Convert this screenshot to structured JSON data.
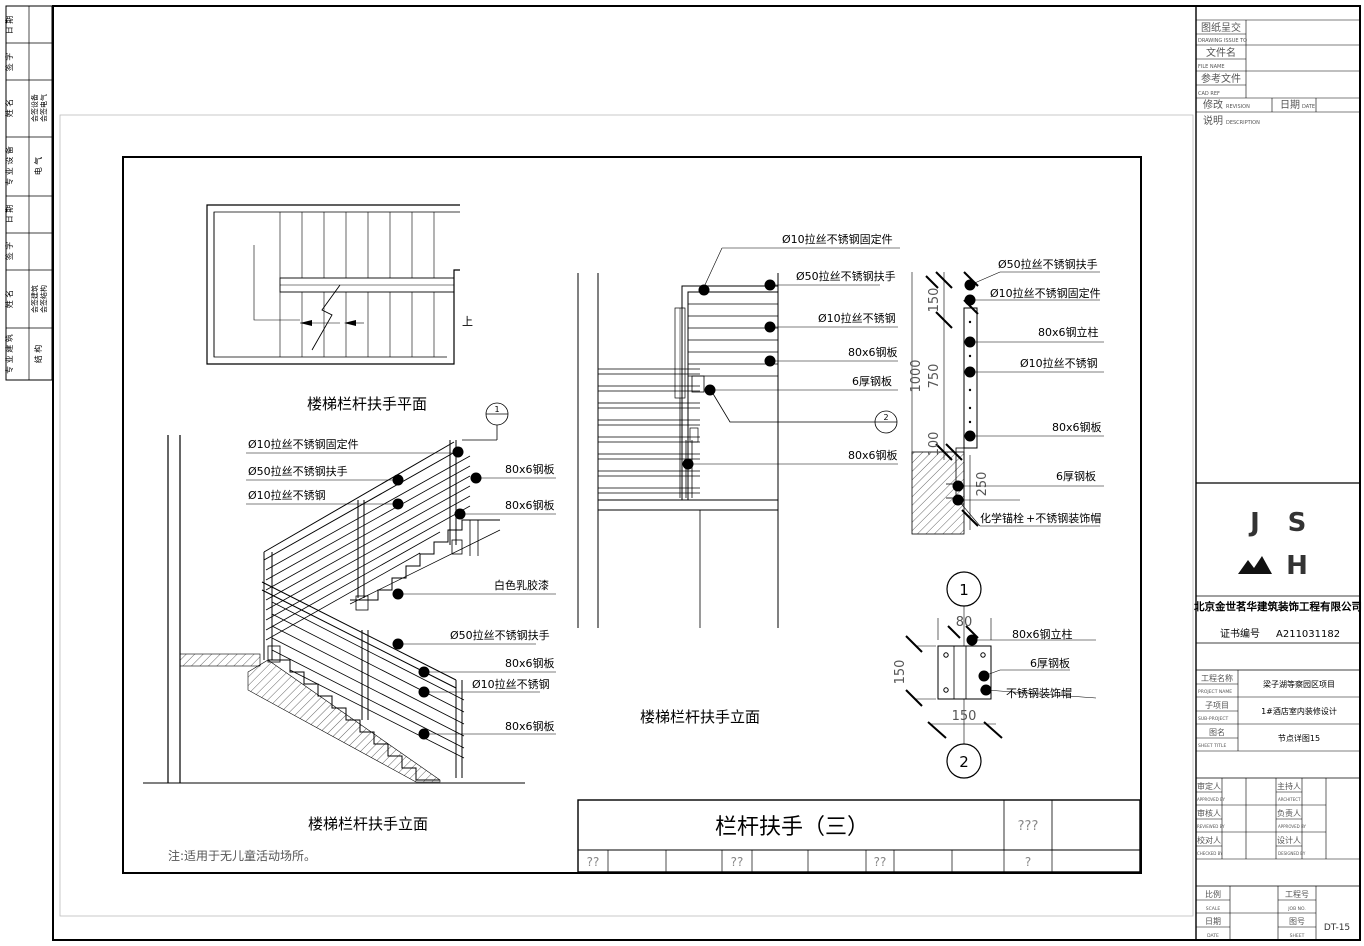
{
  "left_strip": {
    "rows": [
      "日 期",
      "签 字",
      "姓 名",
      "专 业 设 备",
      "日 期",
      "签 字",
      "姓 名",
      "专 业 建 筑"
    ],
    "side_left": [
      "会签设备",
      "会签电气"
    ],
    "side_left2": [
      "会签建筑",
      "会签结构"
    ],
    "side_right": [
      "电 气",
      "结 构"
    ]
  },
  "views": {
    "plan_title": "楼梯栏杆扶手平面",
    "plan_up": "上",
    "elev_left_title": "楼梯栏杆扶手立面",
    "elev_right_title": "楼梯栏杆扶手立面",
    "note": "注:适用于无儿童活动场所。",
    "section_marks": [
      "1",
      "2"
    ]
  },
  "labels": {
    "left_elev": [
      "Ø10拉丝不锈钢固定件",
      "Ø50拉丝不锈钢扶手",
      "Ø10拉丝不锈钢",
      "80x6钢板",
      "80x6钢板",
      "白色乳胶漆",
      "Ø50拉丝不锈钢扶手",
      "80x6钢板",
      "Ø10拉丝不锈钢",
      "80x6钢板"
    ],
    "right_elev": [
      "Ø10拉丝不锈钢固定件",
      "Ø50拉丝不锈钢扶手",
      "Ø10拉丝不锈钢",
      "80x6钢板",
      "6厚钢板",
      "80x6钢板"
    ],
    "section": [
      "Ø50拉丝不锈钢扶手",
      "Ø10拉丝不锈钢固定件",
      "80x6钢立柱",
      "Ø10拉丝不锈钢",
      "80x6钢板",
      "6厚钢板",
      "化学锚栓",
      "+不锈钢装饰帽"
    ],
    "section_dims": [
      "150",
      "1000",
      "750",
      "100",
      "250"
    ],
    "detail": [
      "80x6钢立柱",
      "6厚钢板",
      "不锈钢装饰帽"
    ],
    "detail_dims": [
      "80",
      "150",
      "150"
    ]
  },
  "title_bar": {
    "title": "栏杆扶手（三）",
    "placeholder": "???",
    "cells": [
      "??",
      "??",
      "??",
      "?"
    ]
  },
  "title_block": {
    "rows": [
      {
        "cn": "图纸呈交",
        "en": "DRAWING ISSUE TO"
      },
      {
        "cn": "文件名",
        "en": "FILE NAME"
      },
      {
        "cn": "参考文件",
        "en": "CAD REF"
      },
      {
        "cn": "修改",
        "en": "REVISION"
      }
    ],
    "date_cn": "日期",
    "date_en": "DATE",
    "desc_cn": "说明",
    "desc_en": "DESCRIPTION",
    "logo": [
      "J",
      "S",
      "H"
    ],
    "company": "北京金世茗华建筑装饰工程有限公司",
    "cert_label": "证书编号",
    "cert_no": "A211031182",
    "project": [
      {
        "cn": "工程名称",
        "en": "PROJECT NAME",
        "value": "梁子湖等察园区项目"
      },
      {
        "cn": "子项目",
        "en": "SUB-PROJECT",
        "value": "1#酒店室内装修设计"
      },
      {
        "cn": "图名",
        "en": "SHEET TITLE",
        "value": "节点详图15"
      }
    ],
    "signoffs": [
      {
        "cn": "审定人",
        "en": "APPROVED BY",
        "cn2": "主持人",
        "en2": "ARCHITECT"
      },
      {
        "cn": "审核人",
        "en": "REVIEWED BY",
        "cn2": "负责人",
        "en2": "APPROVED BY"
      },
      {
        "cn": "校对人",
        "en": "CHECKED BY",
        "cn2": "设计人",
        "en2": "DESIGNED BY"
      }
    ],
    "footer": [
      {
        "cn": "比例",
        "en": "SCALE",
        "cn2": "工程号",
        "en2": "JOB NO."
      },
      {
        "cn": "日期",
        "en": "DATE",
        "cn2": "图号",
        "en2": "SHEET"
      }
    ],
    "sheet_no": "DT-15"
  }
}
